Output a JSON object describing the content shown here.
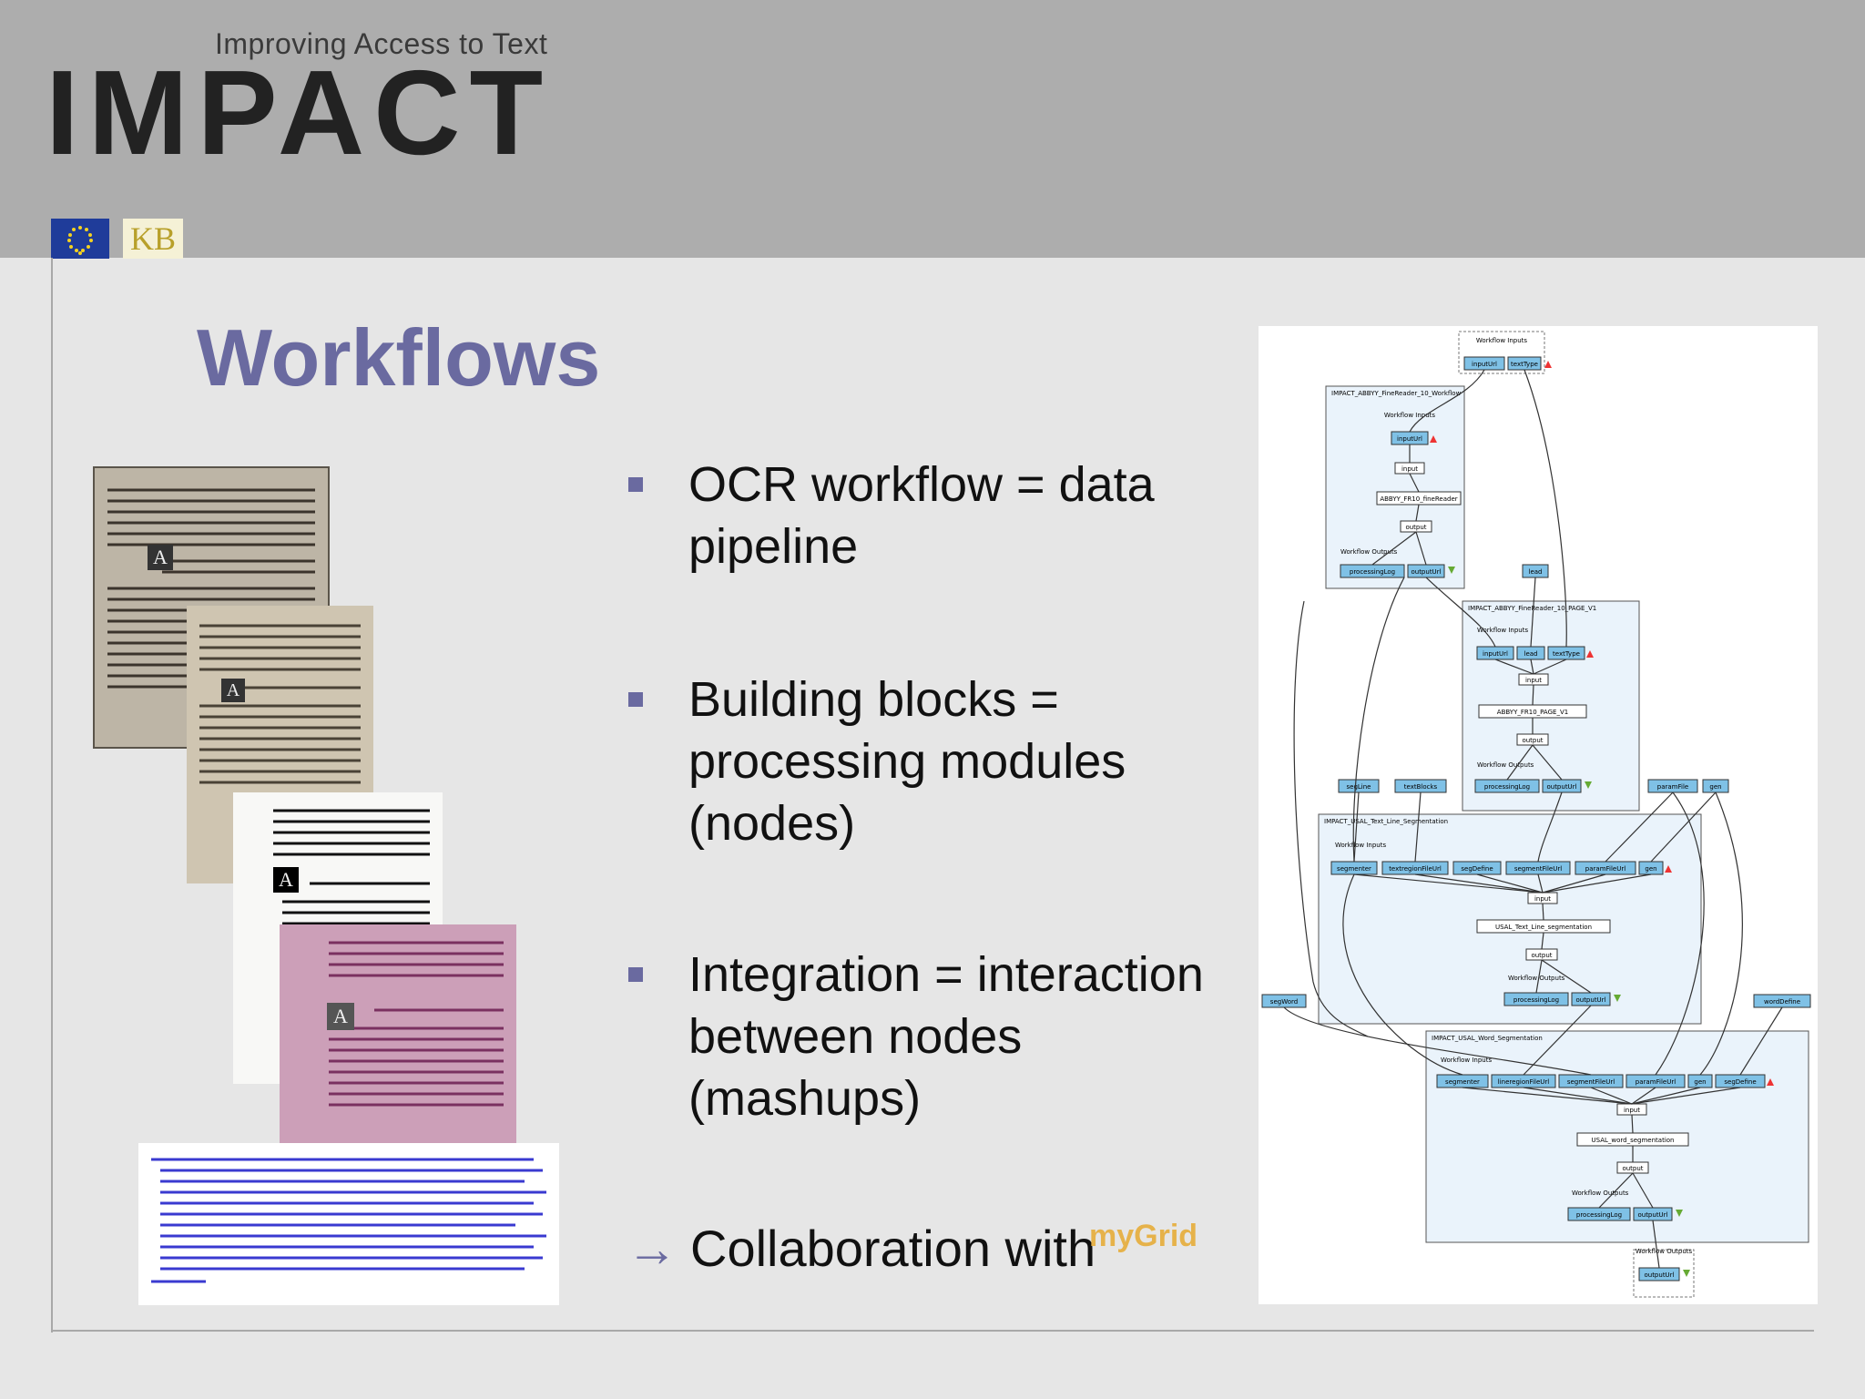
{
  "header": {
    "tagline": "Improving Access to Text",
    "logo": "IMPACT",
    "kb_logo": "KB",
    "eu_flag_icon": "eu-flag-icon"
  },
  "slide": {
    "title": "Workflows",
    "bullets": [
      "OCR workflow = data pipeline",
      "Building blocks = processing modules (nodes)",
      "Integration = interaction between nodes (mashups)"
    ],
    "collaboration": "Collaboration with",
    "mygrid_logo": "myGrid"
  },
  "diagram": {
    "title_top": "Workflow Inputs",
    "top_inputs": [
      "inputUrl",
      "textType"
    ],
    "sub1_title": "IMPACT_ABBYY_FineReader_10_Workflow",
    "sub1_inputs_title": "Workflow Inputs",
    "sub1_input": "inputUrl",
    "sub1_mid1": "input",
    "sub1_process": "ABBYY_FR10_fineReader",
    "sub1_mid2": "output",
    "sub1_outputs_title": "Workflow Outputs",
    "sub1_outputs": [
      "processingLog",
      "outputUrl"
    ],
    "lead": "lead",
    "sub2_title": "IMPACT_ABBYY_FineReader_10_PAGE_V1",
    "sub2_inputs_title": "Workflow Inputs",
    "sub2_inputs": [
      "inputUrl",
      "lead",
      "textType"
    ],
    "sub2_mid1": "input",
    "sub2_process": "ABBYY_FR10_PAGE_V1",
    "sub2_mid2": "output",
    "sub2_outputs_title": "Workflow Outputs",
    "sub2_outputs": [
      "processingLog",
      "outputUrl"
    ],
    "side_left": [
      "segLine",
      "textBlocks"
    ],
    "side_right": [
      "paramFile",
      "gen"
    ],
    "sub3_title": "IMPACT_USAL_Text_Line_Segmentation",
    "sub3_inputs_title": "Workflow Inputs",
    "sub3_inputs": [
      "segmenter",
      "textregionFileUrl",
      "segDefine",
      "segmentFileUrl",
      "paramFileUrl",
      "gen"
    ],
    "sub3_mid1": "input",
    "sub3_process": "USAL_Text_Line_segmentation",
    "sub3_mid2": "output",
    "sub3_outputs_title": "Workflow Outputs",
    "sub3_outputs": [
      "processingLog",
      "outputUrl"
    ],
    "left_node": "segWord",
    "right_node": "wordDefine",
    "sub4_title": "IMPACT_USAL_Word_Segmentation",
    "sub4_inputs_title": "Workflow Inputs",
    "sub4_inputs": [
      "segmenter",
      "lineregionFileUrl",
      "segmentFileUrl",
      "paramFileUrl",
      "gen",
      "segDefine"
    ],
    "sub4_mid1": "input",
    "sub4_process": "USAL_word_segmentation",
    "sub4_mid2": "output",
    "sub4_outputs_title": "Workflow Outputs",
    "sub4_outputs": [
      "processingLog",
      "outputUrl"
    ],
    "bottom_title": "Workflow Outputs",
    "bottom_output": "outputUrl"
  }
}
